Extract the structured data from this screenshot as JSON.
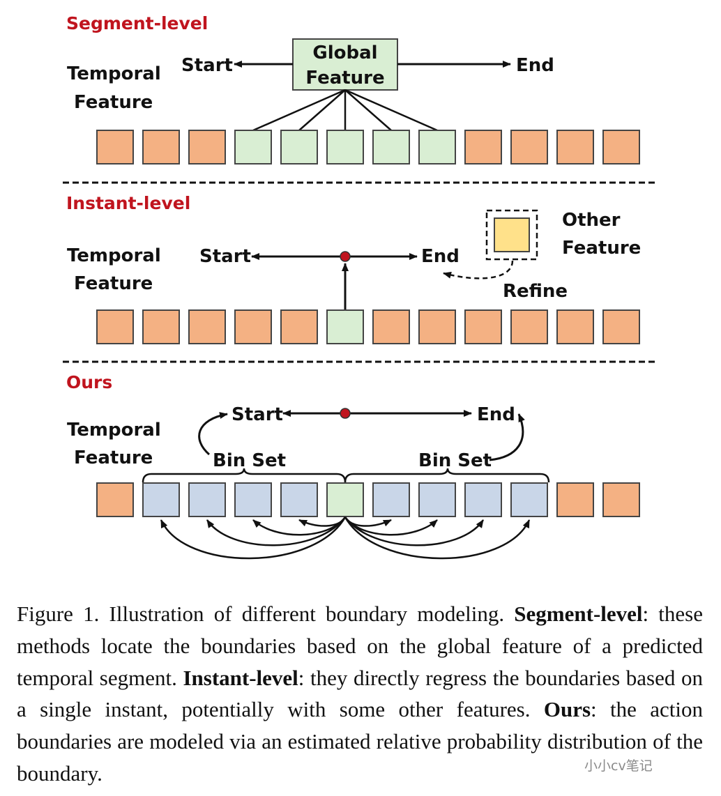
{
  "segment": {
    "title": "Segment-level",
    "temporal_line1": "Temporal",
    "temporal_line2": "Feature",
    "global_line1": "Global",
    "global_line2": "Feature",
    "start": "Start",
    "end": "End"
  },
  "instant": {
    "title": "Instant-level",
    "temporal_line1": "Temporal",
    "temporal_line2": "Feature",
    "start": "Start",
    "end": "End",
    "other_line1": "Other",
    "other_line2": "Feature",
    "refine": "Refine"
  },
  "ours": {
    "title": "Ours",
    "temporal_line1": "Temporal",
    "temporal_line2": "Feature",
    "start": "Start",
    "end": "End",
    "bin_left": "Bin Set",
    "bin_right": "Bin Set"
  },
  "rows": {
    "segment": [
      "orange",
      "orange",
      "orange",
      "green",
      "green",
      "green",
      "green",
      "green",
      "orange",
      "orange",
      "orange",
      "orange"
    ],
    "instant": [
      "orange",
      "orange",
      "orange",
      "orange",
      "orange",
      "green",
      "orange",
      "orange",
      "orange",
      "orange",
      "orange",
      "orange"
    ],
    "ours": [
      "orange",
      "blue",
      "blue",
      "blue",
      "blue",
      "green",
      "blue",
      "blue",
      "blue",
      "blue",
      "orange",
      "orange"
    ]
  },
  "colors": {
    "orange": "#f4b183",
    "green": "#d9eed3",
    "blue": "#c9d6e8",
    "yellow": "#ffe18a",
    "red": "#c0141e"
  },
  "caption": {
    "fig_label": "Figure 1. Illustration of different boundary modeling. ",
    "seg_term": "Segment-level",
    "seg_text": ": these methods locate the boundaries based on the global feature of a predicted temporal segment. ",
    "inst_term": "Instant-level",
    "inst_text": ": they directly regress the boundaries based on a single instant, potentially with some other features. ",
    "ours_term": "Ours",
    "ours_text": ": the action boundaries are modeled via an estimated relative probability distribution of the boundary."
  },
  "watermark": "小小cv笔记"
}
